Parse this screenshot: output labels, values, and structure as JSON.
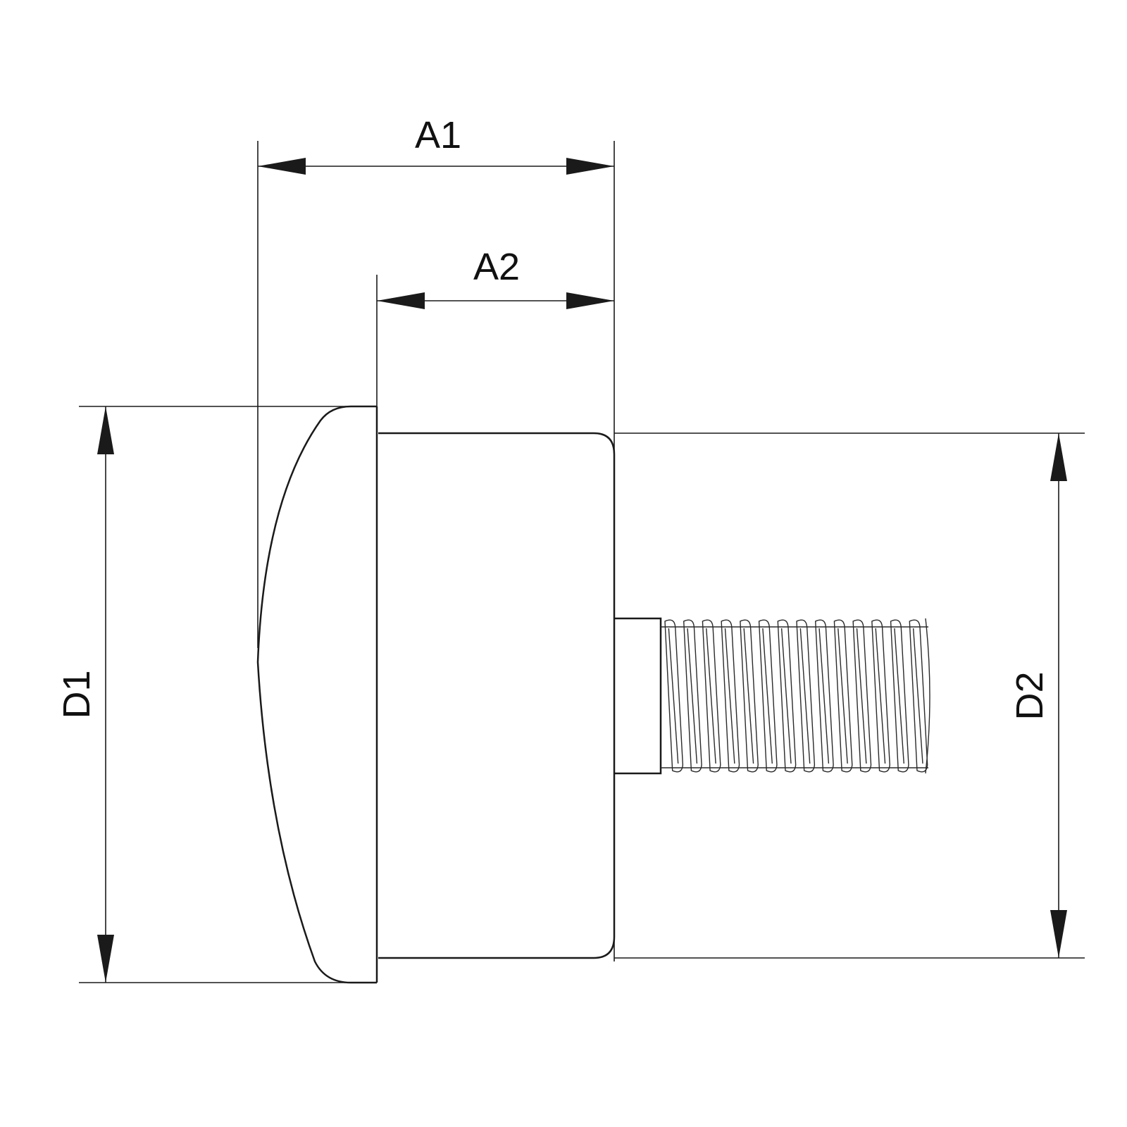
{
  "dimensions": {
    "a1": "A1",
    "a2": "A2",
    "d1": "D1",
    "d2": "D2"
  },
  "colors": {
    "line": "#1a1a1a",
    "background": "#ffffff"
  }
}
